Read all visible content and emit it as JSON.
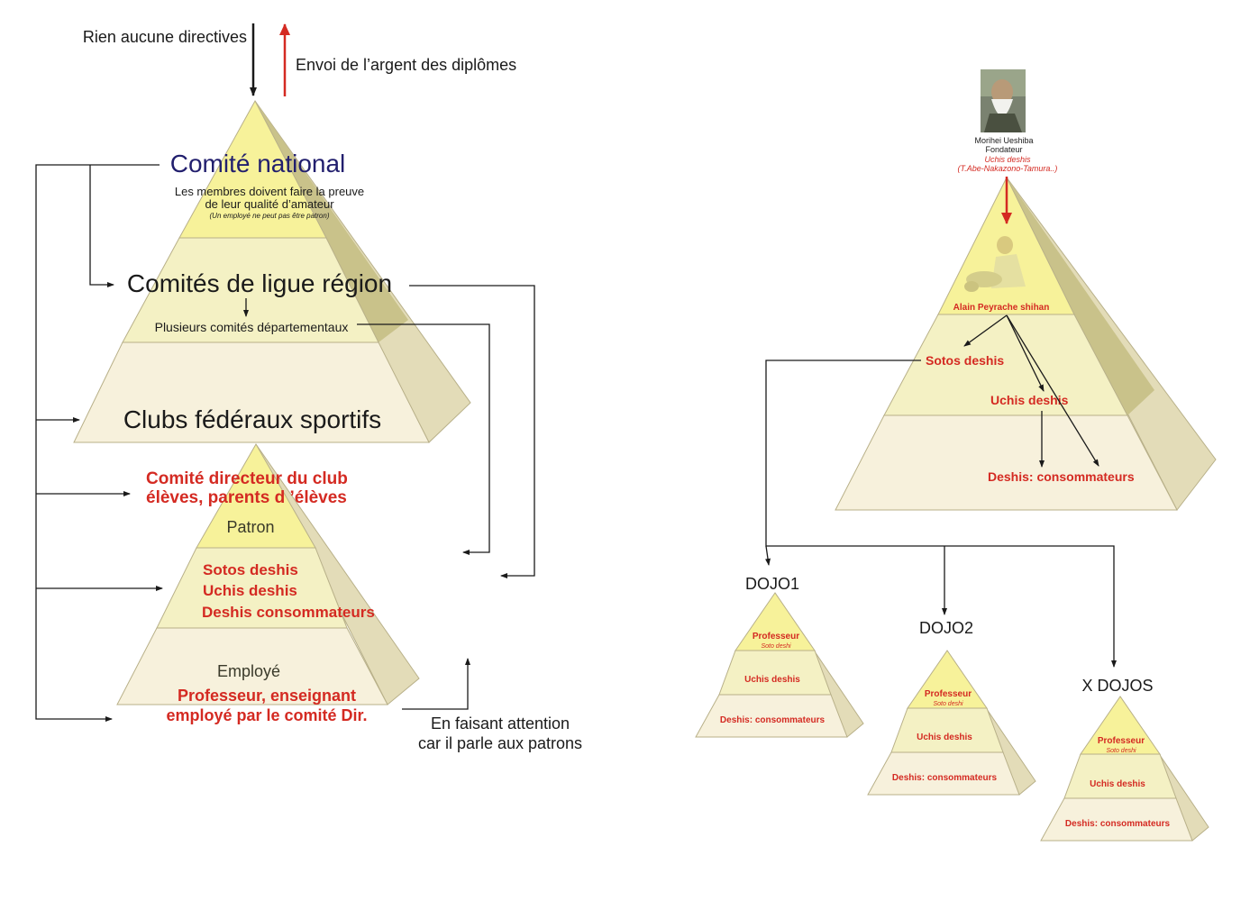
{
  "colors": {
    "apex": "#f7f29a",
    "middle": "#f4f1c4",
    "base": "#f7f1dc",
    "side_dark": "#c9c28a",
    "side_light": "#e3dcb8",
    "red_text": "#d42a22",
    "navy_text": "#221f6e",
    "arrow": "#1a1a1a",
    "red_arrow": "#d42a22"
  },
  "left": {
    "top_note_black": "Rien aucune directives",
    "top_note_red": "Envoi de l’argent des diplômes",
    "comite_national": "Comité national",
    "membres_line1": "Les membres doivent faire la preuve",
    "membres_line2": "de leur qualité d’amateur",
    "membres_note": "(Un employé ne peut pas être patron)",
    "comites_ligue": "Comités de ligue région",
    "comites_dep": "Plusieurs comités départementaux",
    "clubs": "Clubs fédéraux sportifs",
    "comite_directeur_1": "Comité directeur du club",
    "comite_directeur_2": "élèves, parents d ’élèves",
    "patron": "Patron",
    "sotos": "Sotos  deshis",
    "uchis": "Uchis deshis",
    "deshis": "Deshis consommateurs",
    "employe": "Employé",
    "professeur_1": "Professeur, enseignant",
    "professeur_2": "employé par le comité Dir.",
    "attention_1": "En faisant attention",
    "attention_2": "car il parle aux patrons"
  },
  "right": {
    "founder_name": "Morihei Ueshiba",
    "founder_title": "Fondateur",
    "founder_uchis": "Uchis deshis",
    "founder_names": "(T.Abe-Nakazono-Tamura..)",
    "shihan": "Alain Peyrache shihan",
    "sotos": "Sotos  deshis",
    "uchis": "Uchis deshis",
    "deshis": "Deshis: consommateurs"
  },
  "dojos": [
    {
      "label": "DOJO1",
      "professeur": "Professeur",
      "soto": "Soto deshi",
      "uchis": "Uchis deshis",
      "deshis": "Deshis: consommateurs"
    },
    {
      "label": "DOJO2",
      "professeur": "Professeur",
      "soto": "Soto deshi",
      "uchis": "Uchis deshis",
      "deshis": "Deshis: consommateurs"
    },
    {
      "label": "X DOJOS",
      "professeur": "Professeur",
      "soto": "Soto deshi",
      "uchis": "Uchis deshis",
      "deshis": "Deshis: consommateurs"
    }
  ]
}
